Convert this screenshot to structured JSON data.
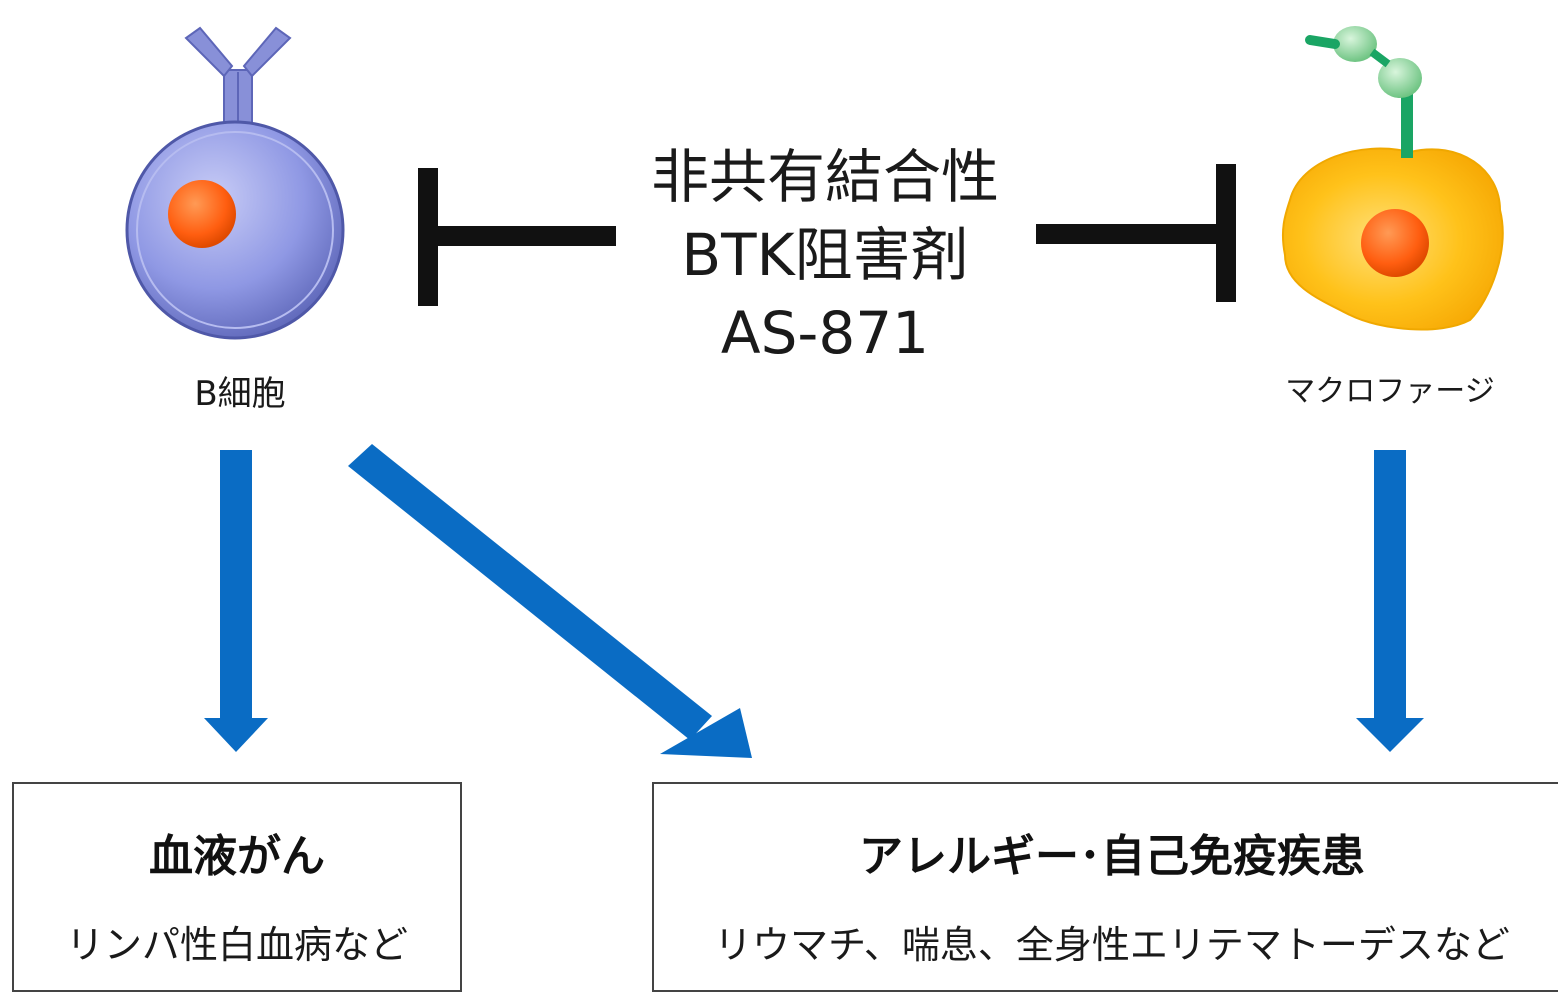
{
  "diagram": {
    "drug": {
      "line1": "非共有結合性",
      "line2": "BTK阻害剤",
      "line3": "AS-871"
    },
    "cells": {
      "b_cell": "B細胞",
      "macrophage": "マクロファージ"
    },
    "outcomes": {
      "blood_cancer": {
        "title": "血液がん",
        "examples": "リンパ性白血病など"
      },
      "allergy_autoimmune": {
        "title": "アレルギー･自己免疫疾患",
        "examples": "リウマチ、喘息、全身性エリテマトーデスなど"
      }
    },
    "colors": {
      "arrow": "#0a6cc4",
      "inhibition_bar": "#111111",
      "b_cell_body": "#8d97e3",
      "b_cell_nucleus": "#ff6a1a",
      "macrophage_body": "#ffc21a",
      "macrophage_nucleus": "#ff6a1a",
      "receptor_green": "#1aa564"
    }
  }
}
